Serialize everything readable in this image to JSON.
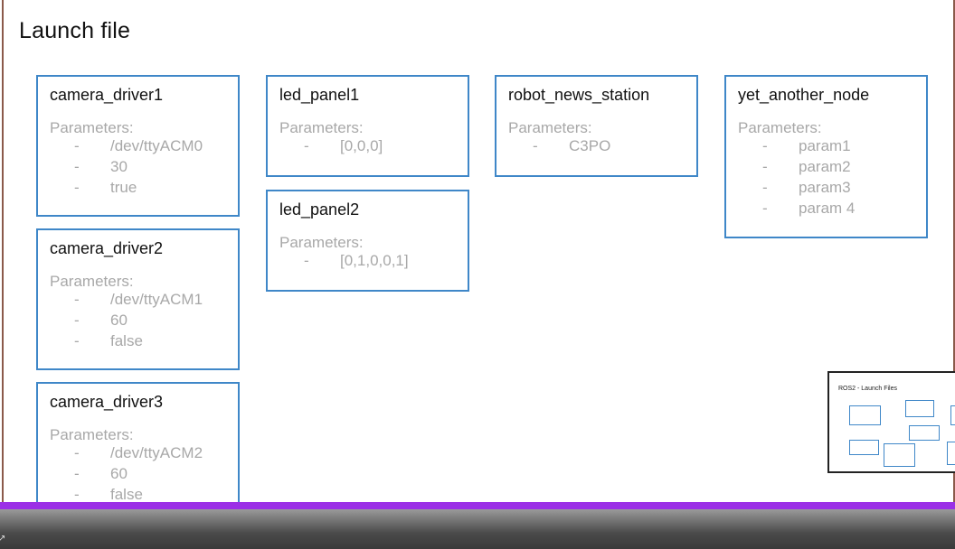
{
  "slide": {
    "title": "Launch file",
    "nodes": [
      {
        "name": "camera_driver1",
        "params_label": "Parameters:",
        "params": [
          "/dev/ttyACM0",
          "30",
          "true"
        ]
      },
      {
        "name": "camera_driver2",
        "params_label": "Parameters:",
        "params": [
          "/dev/ttyACM1",
          "60",
          "false"
        ]
      },
      {
        "name": "camera_driver3",
        "params_label": "Parameters:",
        "params": [
          "/dev/ttyACM2",
          "60",
          "false"
        ]
      },
      {
        "name": "led_panel1",
        "params_label": "Parameters:",
        "params": [
          "[0,0,0]"
        ]
      },
      {
        "name": "led_panel2",
        "params_label": "Parameters:",
        "params": [
          "[0,1,0,0,1]"
        ]
      },
      {
        "name": "robot_news_station",
        "params_label": "Parameters:",
        "params": [
          "C3PO"
        ]
      },
      {
        "name": "yet_another_node",
        "params_label": "Parameters:",
        "params": [
          "param1",
          "param2",
          "param3",
          "param 4"
        ]
      }
    ],
    "dash": "-"
  },
  "thumbnail": {
    "title": "ROS2 - Launch Files"
  },
  "video": {
    "progress_percent": 100
  },
  "colors": {
    "node_border": "#3f87c8",
    "progress": "#9b30e6",
    "slide_border": "#8b5a4a"
  }
}
